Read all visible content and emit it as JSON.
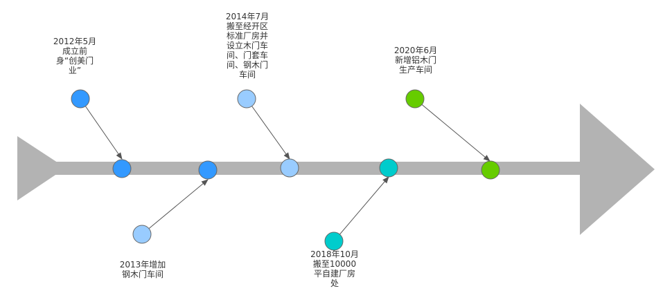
{
  "milestones": [
    {
      "id": "2012",
      "text": "2012年5月\n成立前\n身“创美门\n业”",
      "callout_color": "#3399ff",
      "axis_color": "#3399ff"
    },
    {
      "id": "2013",
      "text": "2013年增加\n钢木门车间",
      "callout_color": "#99ccff",
      "axis_color": "#3399ff"
    },
    {
      "id": "2014",
      "text": "2014年7月\n搬至经开区\n标准厂房并\n设立木门车\n间、门套车\n间、钢木门\n车间",
      "callout_color": "#99ccff",
      "axis_color": "#99ccff"
    },
    {
      "id": "2018",
      "text": "2018年10月\n搬至10000\n平自建厂房\n处",
      "callout_color": "#00cccc",
      "axis_color": "#00cccc"
    },
    {
      "id": "2020",
      "text": "2020年6月\n新增铝木门\n生产车间",
      "callout_color": "#66cc00",
      "axis_color": "#66cc00"
    }
  ],
  "colors": {
    "arrow": "#b3b3b3",
    "connector": "#555555",
    "node_stroke": "#666666"
  }
}
